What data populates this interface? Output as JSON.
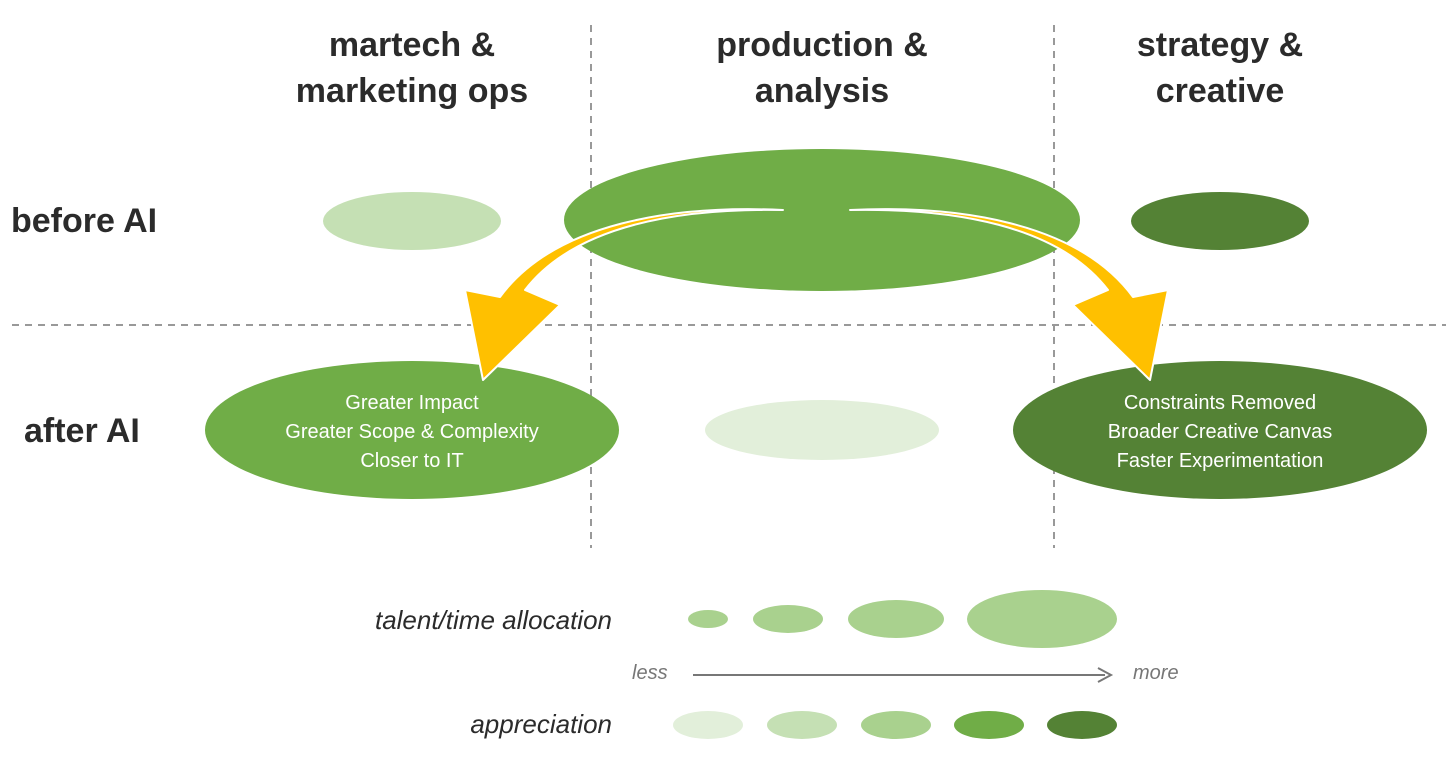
{
  "columns": [
    {
      "line1": "martech &",
      "line2": "marketing ops"
    },
    {
      "line1": "production &",
      "line2": "analysis"
    },
    {
      "line1": "strategy &",
      "line2": "creative"
    }
  ],
  "rows": {
    "before": "before AI",
    "after": "after AI"
  },
  "after_left_text": [
    "Greater Impact",
    "Greater Scope & Complexity",
    "Closer to IT"
  ],
  "after_right_text": [
    "Constraints Removed",
    "Broader Creative Canvas",
    "Faster Experimentation"
  ],
  "legend": {
    "size_label": "talent/time allocation",
    "color_label": "appreciation",
    "less": "less",
    "more": "more"
  },
  "colors": {
    "appreciation_1": "#e2efda",
    "appreciation_2": "#c5e0b4",
    "appreciation_3": "#a9d18e",
    "appreciation_4": "#70ad47",
    "appreciation_5": "#548235",
    "arrow": "#ffc000",
    "divider": "#999999"
  }
}
